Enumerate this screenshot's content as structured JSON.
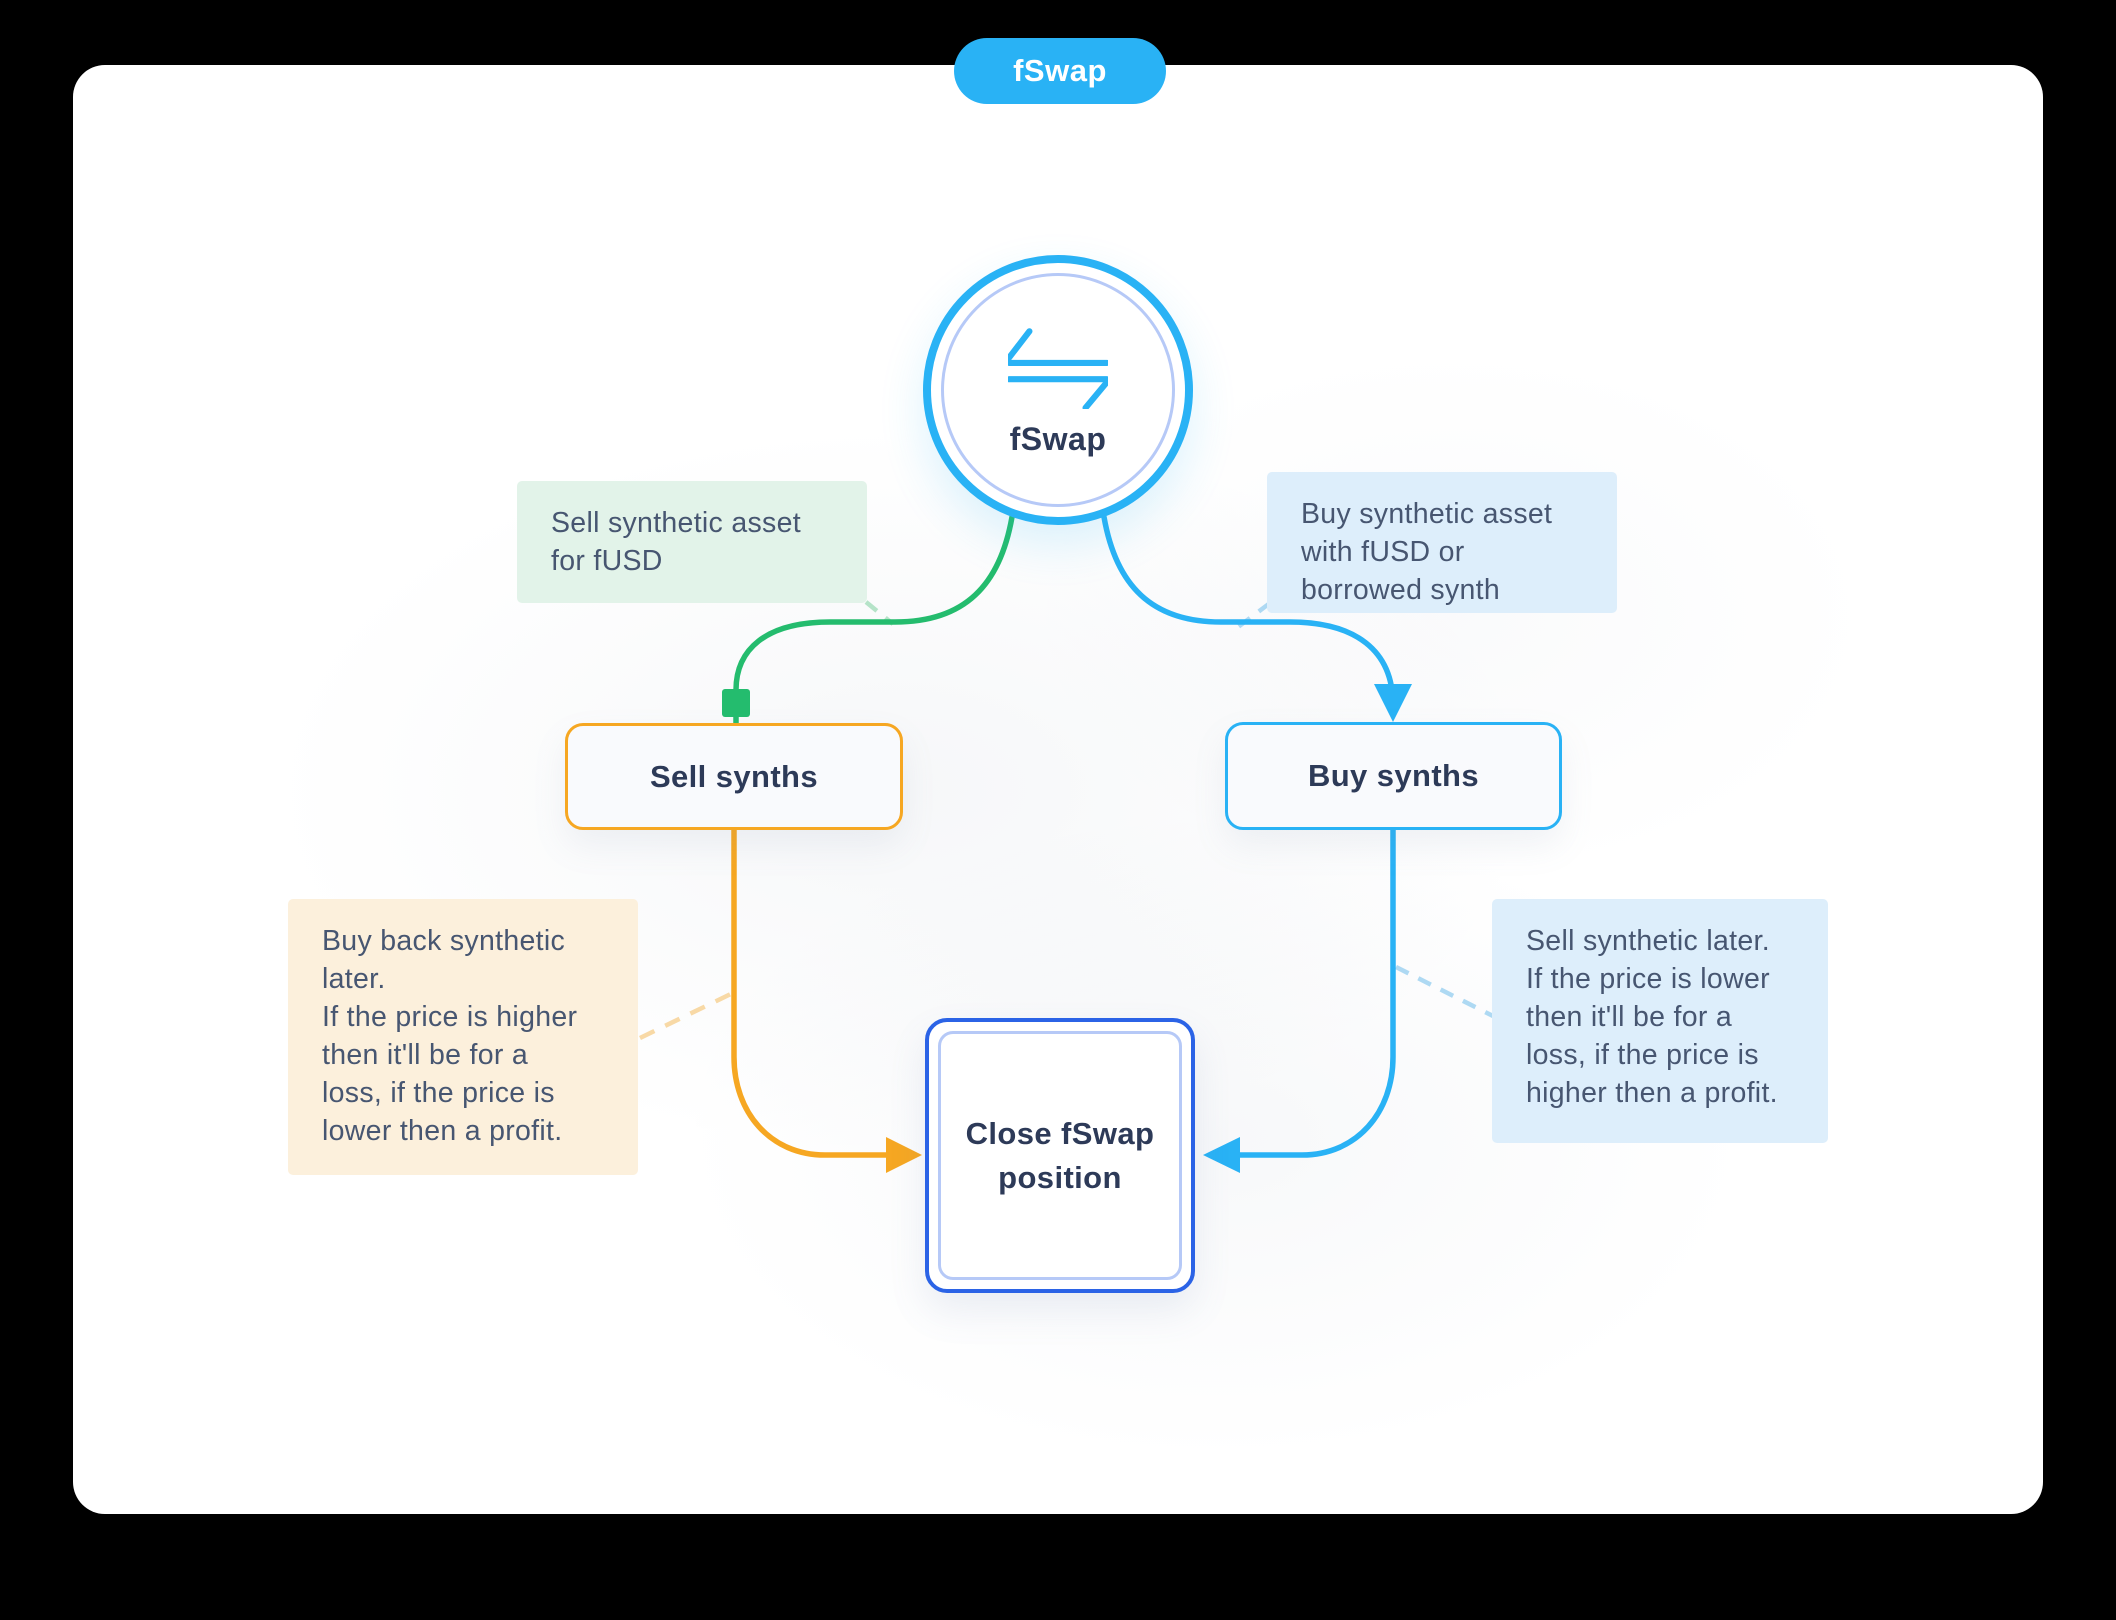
{
  "header": {
    "tab_label": "fSwap"
  },
  "center": {
    "label": "fSwap",
    "icon": "swap-arrows-icon"
  },
  "nodes": {
    "sell": {
      "label": "Sell synths"
    },
    "buy": {
      "label": "Buy synths"
    },
    "close": {
      "label": "Close fSwap\nposition"
    }
  },
  "notes": {
    "sell_action": {
      "text": "Sell synthetic asset\nfor fUSD"
    },
    "buy_action": {
      "text": "Buy synthetic asset\nwith fUSD or\nborrowed synth"
    },
    "sell_outcome": {
      "text": "Buy back synthetic\nlater.\nIf the price is higher\nthen it'll be for a\nloss, if the price is\nlower then a profit."
    },
    "buy_outcome": {
      "text": "Sell synthetic later.\nIf the price is lower\nthen it'll be for a\nloss, if the price is\nhigher then a profit."
    }
  },
  "colors": {
    "accent_blue": "#29b2f5",
    "deep_blue": "#2b63e6",
    "green": "#24bc6e",
    "orange": "#f6a722",
    "note_green_bg": "#e2f3e9",
    "note_blue_bg": "#ddeefb",
    "note_cream_bg": "#fcf0dc",
    "text_dark": "#2d3a58",
    "text_slate": "#475671"
  }
}
